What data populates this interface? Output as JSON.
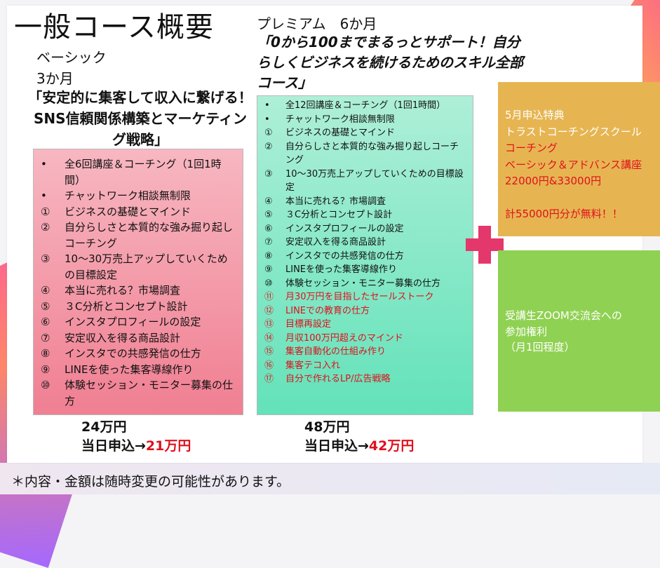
{
  "title": "一般コース概要",
  "basic": {
    "name": "ベーシック",
    "period": "3か月",
    "catch": "「安定的に集客して収入に繋げる！SNS信頼関係構築とマーケティング戦略」",
    "items": [
      {
        "mark": "•",
        "text": "全6回講座＆コーチング（1回1時間）"
      },
      {
        "mark": "•",
        "text": "チャットワーク相談無制限"
      },
      {
        "mark": "①",
        "text": "ビジネスの基礎とマインド"
      },
      {
        "mark": "②",
        "text": "自分らしさと本質的な強み掘り起しコーチング"
      },
      {
        "mark": "③",
        "text": "10～30万売上アップしていくための目標設定"
      },
      {
        "mark": "④",
        "text": "本当に売れる？市場調査"
      },
      {
        "mark": "⑤",
        "text": "３C分析とコンセプト設計"
      },
      {
        "mark": "⑥",
        "text": "インスタプロフィールの設定"
      },
      {
        "mark": "⑦",
        "text": "安定収入を得る商品設計"
      },
      {
        "mark": "⑧",
        "text": "インスタでの共感発信の仕方"
      },
      {
        "mark": "⑨",
        "text": "LINEを使った集客導線作り"
      },
      {
        "mark": "⑩",
        "text": "体験セッション・モニター募集の仕方"
      }
    ],
    "price": "24万円",
    "sameday_label": "当日申込→",
    "sameday_price": "21万円"
  },
  "premium": {
    "name": "プレミアム　6か月",
    "catch": "「0から100までまるっとサポート！自分らしくビジネスを続けるためのスキル全部コース」",
    "items": [
      {
        "mark": "•",
        "text": "全12回講座＆コーチング（1回1時間）",
        "red": false
      },
      {
        "mark": "•",
        "text": "チャットワーク相談無制限",
        "red": false
      },
      {
        "mark": "①",
        "text": "ビジネスの基礎とマインド",
        "red": false
      },
      {
        "mark": "②",
        "text": "自分らしさと本質的な強み掘り起しコーチング",
        "red": false
      },
      {
        "mark": "③",
        "text": "10～30万売上アップしていくための目標設定",
        "red": false
      },
      {
        "mark": "④",
        "text": "本当に売れる？市場調査",
        "red": false
      },
      {
        "mark": "⑤",
        "text": "３C分析とコンセプト設計",
        "red": false
      },
      {
        "mark": "⑥",
        "text": "インスタプロフィールの設定",
        "red": false
      },
      {
        "mark": "⑦",
        "text": "安定収入を得る商品設計",
        "red": false
      },
      {
        "mark": "⑧",
        "text": "インスタでの共感発信の仕方",
        "red": false
      },
      {
        "mark": "⑨",
        "text": "LINEを使った集客導線作り",
        "red": false
      },
      {
        "mark": "⑩",
        "text": "体験セッション・モニター募集の仕方",
        "red": false
      },
      {
        "mark": "⑪",
        "text": "月30万円を目指したセールストーク",
        "red": true
      },
      {
        "mark": "⑫",
        "text": "LINEでの教育の仕方",
        "red": true
      },
      {
        "mark": "⑬",
        "text": "目標再設定",
        "red": true
      },
      {
        "mark": "⑭",
        "text": "月収100万円超えのマインド",
        "red": true
      },
      {
        "mark": "⑮",
        "text": "集客自動化の仕組み作り",
        "red": true
      },
      {
        "mark": "⑯",
        "text": "集客テコ入れ",
        "red": true
      },
      {
        "mark": "⑰",
        "text": "自分で作れるLP/広告戦略",
        "red": true
      }
    ],
    "price": "48万円",
    "sameday_label": "当日申込→",
    "sameday_price": "42万円"
  },
  "bonus_gold": {
    "line1": "5月申込特典",
    "line2": "トラストコーチングスクール",
    "line3": "コーチング",
    "line4": "ベーシック＆アドバンス講座",
    "line5": "22000円&33000円",
    "line6": "計55000円分が無料！！"
  },
  "bonus_green": {
    "line1": "受講生ZOOM交流会への",
    "line2": "参加権利",
    "line3": "（月1回程度）"
  },
  "note": "＊内容・金額は随時変更の可能性があります。",
  "colors": {
    "red_text": "#e0101c",
    "basic_box": "#f07f92",
    "premium_box": "#63e2b9",
    "gold_panel": "#e6b552",
    "green_panel": "#8fd152",
    "plus_sign": "#e4376b"
  }
}
